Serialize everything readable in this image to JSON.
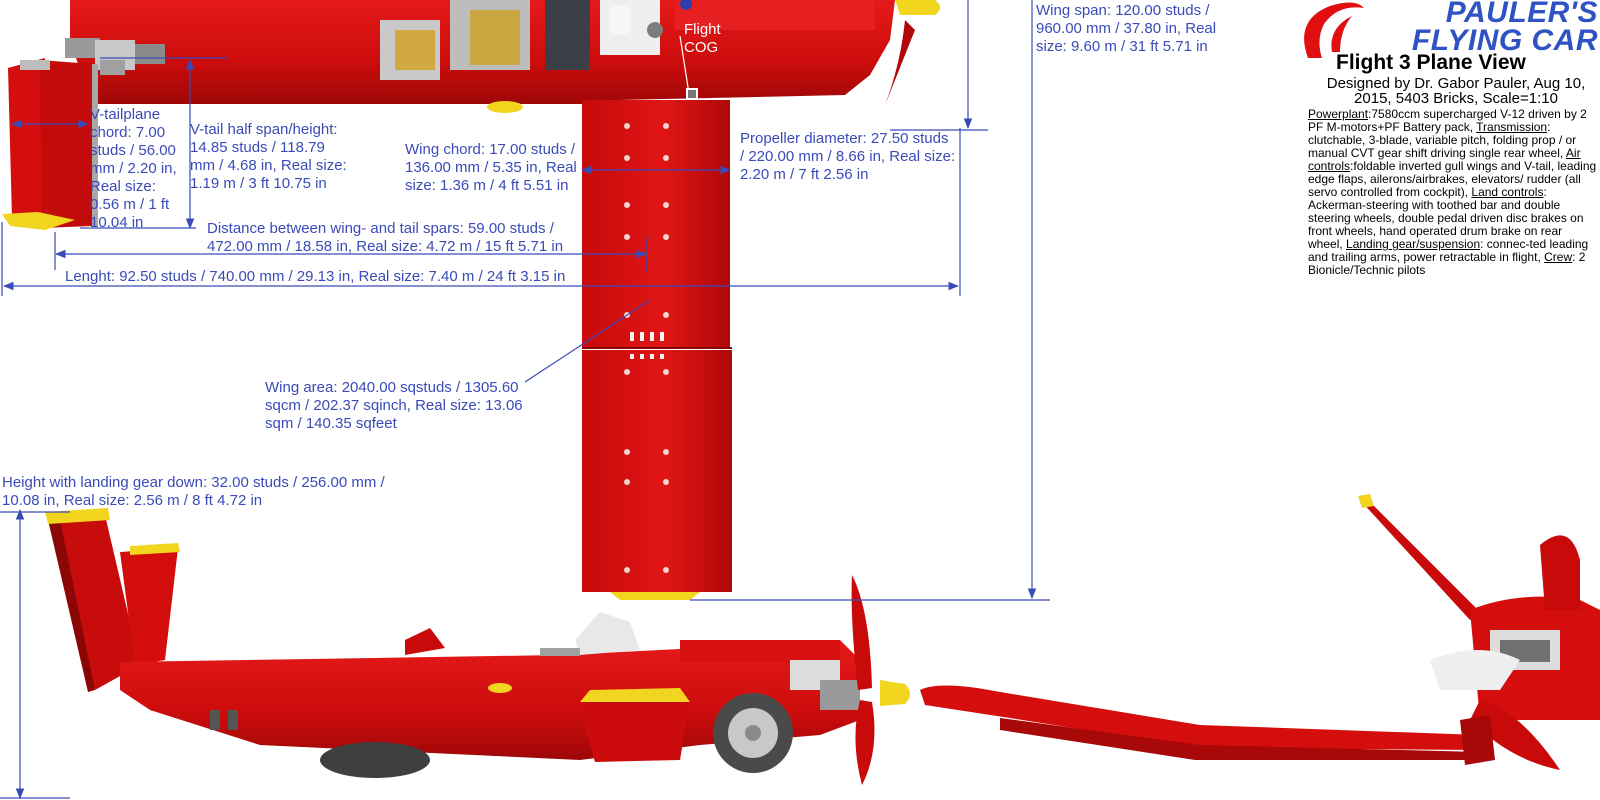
{
  "title_block": {
    "brand_line1": "PAULER'S",
    "brand_line2": "FLYING CAR",
    "subtitle": "Flight 3 Plane View",
    "designer": "Designed by Dr. Gabor Pauler, Aug 10, 2015, 5403 Bricks, Scale=1:10",
    "specs": [
      {
        "heading": "Powerplant",
        "text": ":7580ccm supercharged V-12 driven by 2 PF M-motors+PF Battery pack, "
      },
      {
        "heading": "Transmission",
        "text": ": clutchable, 3-blade, variable pitch, folding prop / or manual CVT gear shift driving single rear wheel, "
      },
      {
        "heading": "Air controls",
        "text": ":foldable inverted gull wings and V-tail, leading edge flaps, ailerons/airbrakes, elevators/ rudder (all servo controlled from cockpit), "
      },
      {
        "heading": "Land controls",
        "text": ": Ackerman-steering with toothed bar and double steering wheels, double pedal driven disc brakes on front wheels, hand operated drum brake on rear wheel, "
      },
      {
        "heading": "Landing gear/suspension",
        "text": ": connec-ted leading and trailing arms, power retractable in flight, "
      },
      {
        "heading": "Crew",
        "text": ": 2 Bionicle/Technic pilots"
      }
    ]
  },
  "dimensions": {
    "wing_span": "Wing span: 120.00 studs /\n960.00 mm / 37.80 in, Real\nsize: 9.60 m / 31 ft 5.71 in",
    "flight_cog": "Flight\nCOG",
    "vtail_chord": "V-tailplane\nchord: 7.00\nstuds / 56.00\nmm / 2.20 in,\nReal size:\n0.56 m / 1 ft\n10.04 in",
    "vtail_half_span": "V-tail half span/height:\n14.85 studs / 118.79\nmm / 4.68 in, Real size:\n1.19 m / 3 ft 10.75 in",
    "wing_chord": "Wing chord: 17.00 studs /\n136.00 mm / 5.35 in, Real\nsize: 1.36 m / 4 ft 5.51 in",
    "propeller_diameter": "Propeller diameter: 27.50 studs\n/ 220.00 mm / 8.66 in, Real size:\n2.20 m / 7 ft 2.56 in",
    "spar_distance": "Distance between wing- and tail spars: 59.00 studs /\n472.00 mm / 18.58 in, Real size: 4.72 m / 15 ft 5.71 in",
    "length": "Lenght: 92.50 studs / 740.00 mm / 29.13 in, Real size: 7.40 m / 24 ft 3.15 in",
    "wing_area": "Wing area: 2040.00 sqstuds / 1305.60\nsqcm / 202.37 sqinch, Real size: 13.06\nsqm / 140.35 sqfeet",
    "height": "Height with landing gear down: 32.00 studs / 256.00 mm /\n10.08 in, Real size: 2.56 m / 8 ft 4.72 in"
  },
  "colors": {
    "body_red": "#d40d0d",
    "dark_red": "#a80808",
    "highlight_red": "#f03030",
    "yellow": "#f2d51f",
    "dimension_blue": "#3a4bb8",
    "logo_blue": "#2f52c4"
  }
}
